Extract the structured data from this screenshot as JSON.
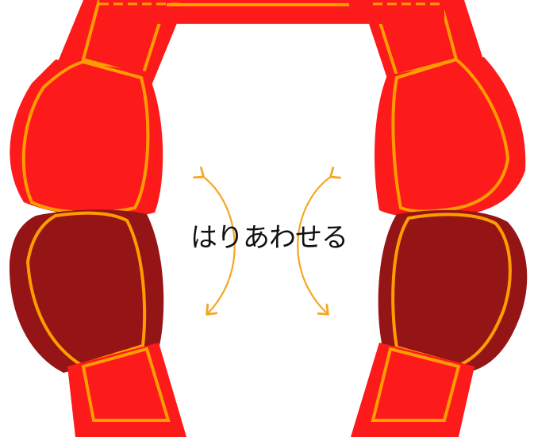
{
  "instruction": {
    "text": "はりあわせる"
  },
  "colors": {
    "outer_red": "#fc1a1a",
    "dark_red": "#951516",
    "orange_line": "#ff9d00",
    "arrow": "#f5a623"
  },
  "parts": [
    {
      "name": "upper-strip",
      "color": "outer_red"
    },
    {
      "name": "upper-block",
      "color": "outer_red"
    },
    {
      "name": "lower-block",
      "color": "dark_red"
    },
    {
      "name": "lower-strip",
      "color": "outer_red"
    }
  ],
  "arrows": [
    {
      "name": "left-bend-arrow",
      "direction": "bend"
    },
    {
      "name": "right-bend-arrow",
      "direction": "bend"
    }
  ]
}
